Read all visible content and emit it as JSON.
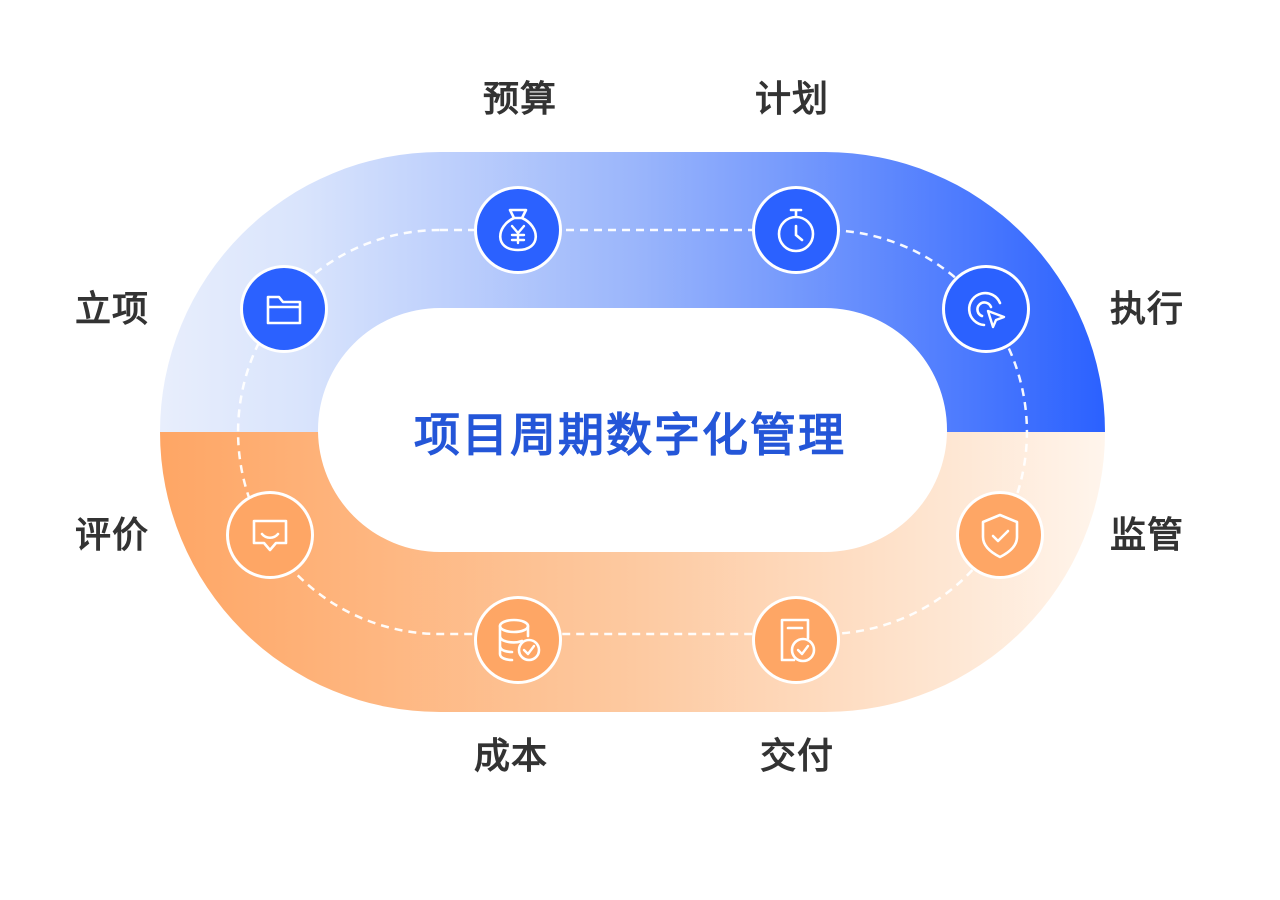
{
  "center_title": "项目周期数字化管理",
  "stages": [
    {
      "id": "lixiang",
      "label": "立项",
      "icon": "folder-icon"
    },
    {
      "id": "yusuan",
      "label": "预算",
      "icon": "money-bag-icon"
    },
    {
      "id": "jihua",
      "label": "计划",
      "icon": "stopwatch-icon"
    },
    {
      "id": "zhixing",
      "label": "执行",
      "icon": "click-cursor-icon"
    },
    {
      "id": "jianguan",
      "label": "监管",
      "icon": "shield-check-icon"
    },
    {
      "id": "jiaofu",
      "label": "交付",
      "icon": "document-check-icon"
    },
    {
      "id": "chengben",
      "label": "成本",
      "icon": "database-check-icon"
    },
    {
      "id": "pingjia",
      "label": "评价",
      "icon": "comment-icon"
    }
  ],
  "colors": {
    "blue_accent": "#2b61ff",
    "blue_light": "#e6edfd",
    "orange_accent": "#fea665",
    "orange_light": "#fff3e7",
    "title": "#2456d8",
    "label": "#333333"
  }
}
